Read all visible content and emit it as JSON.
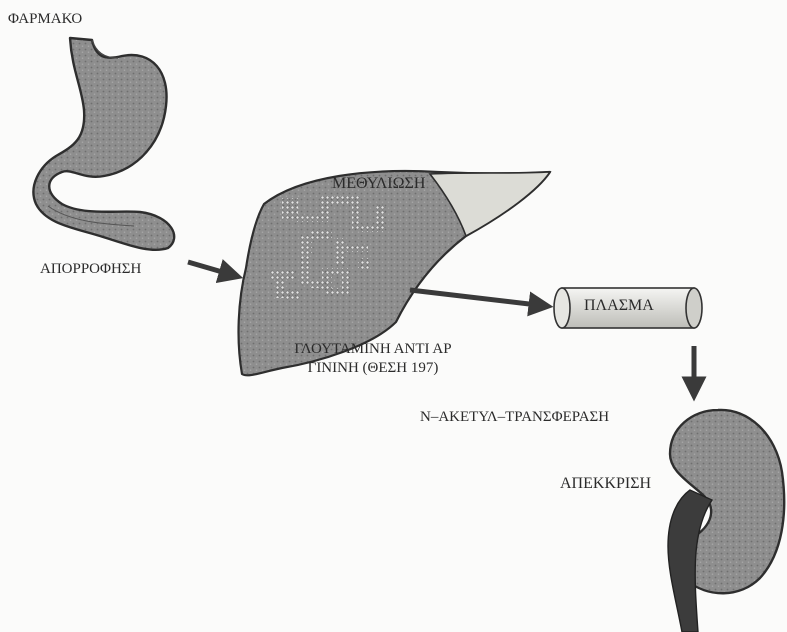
{
  "labels": {
    "drug": "ΦΑΡΜΑΚΟ",
    "absorption": "ΑΠΟΡΡΟΦΗΣΗ",
    "metabolism": "ΜΕΘΥΛΙΩΣΗ",
    "glutamine_line1": "ΓΛΟΥΤΑΜΙΝΗ ΑΝΤΙ ΑΡ",
    "glutamine_line2": "ΓΙΝΙΝΗ (ΘΕΣΗ 197)",
    "plasma": "ΠΛΑΣΜΑ",
    "acetyl_transferase": "N–ΑΚΕΤΥΛ–ΤΡΑΝΣΦΕΡΑΣΗ",
    "excretion": "ΑΠΕΚΚΡΙΣΗ"
  },
  "colors": {
    "organ_fill": "#8d8d8d",
    "organ_stroke": "#2e2e2e",
    "liver_light_lobe": "#dcdcd6",
    "arrow": "#3a3a3a",
    "background": "#fbfbfa"
  }
}
